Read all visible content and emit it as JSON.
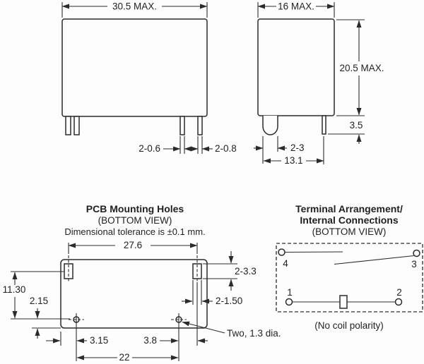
{
  "style": {
    "bg": "#fdfdfd",
    "line": "#2b2b2b",
    "text": "#1f1f1f"
  },
  "front_view": {
    "width_dim": "30.5 MAX.",
    "pin_width_dim_small": "2-0.6",
    "pin_width_dim_large": "2-0.8"
  },
  "side_view": {
    "width_dim": "16 MAX.",
    "height_dim": "20.5 MAX.",
    "pin_length_dim": "3.5",
    "peg_width_dim": "2-3",
    "pin_span_dim": "13.1"
  },
  "pcb_view": {
    "title": "PCB Mounting Holes",
    "subtitle": "(BOTTOM VIEW)",
    "tolerance_note": "Dimensional tolerance is ±0.1 mm.",
    "slot_span_dim": "27.6",
    "slot_height_dim": "2-3.3",
    "slot_width_dim": "2-1.50",
    "slot_to_hole_dim": "11.30",
    "hole_to_edge_dim": "2.15",
    "edge_to_hole_dim": "3.15",
    "hole_to_slot_dim": "3.8",
    "hole_span_dim": "22",
    "hole_note": "Two, 1.3 dia."
  },
  "terminal_view": {
    "title_line1": "Terminal Arrangement/",
    "title_line2": "Internal Connections",
    "subtitle": "(BOTTOM VIEW)",
    "terminal_top_left": "4",
    "terminal_top_right": "3",
    "terminal_bottom_left": "1",
    "terminal_bottom_right": "2",
    "note": "(No coil polarity)"
  }
}
